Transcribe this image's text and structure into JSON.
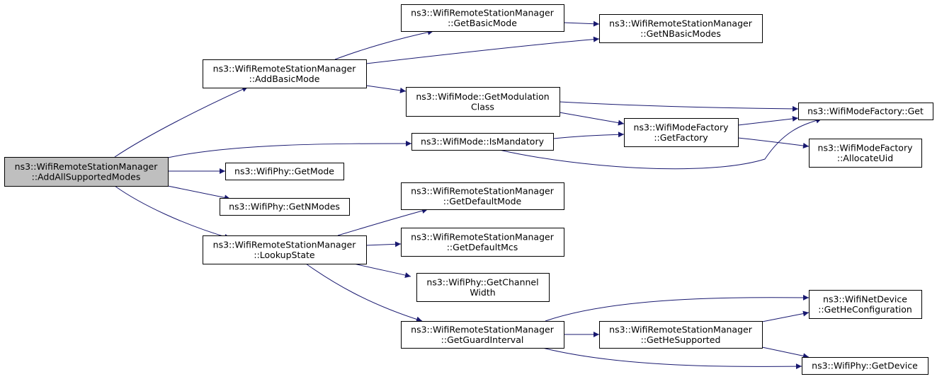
{
  "colors": {
    "edge": "#191970",
    "root_fill": "#bfbfbf",
    "node_fill": "#ffffff",
    "node_border": "#000000"
  },
  "nodes": {
    "root": {
      "lines": [
        "ns3::WifiRemoteStationManager",
        "::AddAllSupportedModes"
      ]
    },
    "addBasicMode": {
      "lines": [
        "ns3::WifiRemoteStationManager",
        "::AddBasicMode"
      ]
    },
    "getBasicMode": {
      "lines": [
        "ns3::WifiRemoteStationManager",
        "::GetBasicMode"
      ]
    },
    "getNBasicModes": {
      "lines": [
        "ns3::WifiRemoteStationManager",
        "::GetNBasicModes"
      ]
    },
    "getModClass": {
      "lines": [
        "ns3::WifiMode::GetModulation",
        "Class"
      ]
    },
    "isMandatory": {
      "lines": [
        "ns3::WifiMode::IsMandatory"
      ]
    },
    "factoryGet": {
      "lines": [
        "ns3::WifiModeFactory::Get"
      ]
    },
    "getFactory": {
      "lines": [
        "ns3::WifiModeFactory",
        "::GetFactory"
      ]
    },
    "allocateUid": {
      "lines": [
        "ns3::WifiModeFactory",
        "::AllocateUid"
      ]
    },
    "phyGetMode": {
      "lines": [
        "ns3::WifiPhy::GetMode"
      ]
    },
    "phyGetNModes": {
      "lines": [
        "ns3::WifiPhy::GetNModes"
      ]
    },
    "lookupState": {
      "lines": [
        "ns3::WifiRemoteStationManager",
        "::LookupState"
      ]
    },
    "getDefaultMode": {
      "lines": [
        "ns3::WifiRemoteStationManager",
        "::GetDefaultMode"
      ]
    },
    "getDefaultMcs": {
      "lines": [
        "ns3::WifiRemoteStationManager",
        "::GetDefaultMcs"
      ]
    },
    "getChannelWidth": {
      "lines": [
        "ns3::WifiPhy::GetChannel",
        "Width"
      ]
    },
    "getGuardInterval": {
      "lines": [
        "ns3::WifiRemoteStationManager",
        "::GetGuardInterval"
      ]
    },
    "getHeSupported": {
      "lines": [
        "ns3::WifiRemoteStationManager",
        "::GetHeSupported"
      ]
    },
    "getHeConfig": {
      "lines": [
        "ns3::WifiNetDevice",
        "::GetHeConfiguration"
      ]
    },
    "phyGetDevice": {
      "lines": [
        "ns3::WifiPhy::GetDevice"
      ]
    }
  },
  "edges": [
    [
      "root",
      "addBasicMode"
    ],
    [
      "root",
      "isMandatory"
    ],
    [
      "root",
      "phyGetMode"
    ],
    [
      "root",
      "phyGetNModes"
    ],
    [
      "root",
      "lookupState"
    ],
    [
      "addBasicMode",
      "getBasicMode"
    ],
    [
      "addBasicMode",
      "getNBasicModes"
    ],
    [
      "addBasicMode",
      "getModClass"
    ],
    [
      "getBasicMode",
      "getNBasicModes"
    ],
    [
      "getModClass",
      "factoryGet"
    ],
    [
      "getModClass",
      "getFactory"
    ],
    [
      "isMandatory",
      "getFactory"
    ],
    [
      "isMandatory",
      "factoryGet"
    ],
    [
      "getFactory",
      "factoryGet"
    ],
    [
      "getFactory",
      "allocateUid"
    ],
    [
      "lookupState",
      "getDefaultMode"
    ],
    [
      "lookupState",
      "getDefaultMcs"
    ],
    [
      "lookupState",
      "getChannelWidth"
    ],
    [
      "lookupState",
      "getGuardInterval"
    ],
    [
      "getGuardInterval",
      "getHeSupported"
    ],
    [
      "getGuardInterval",
      "getHeConfig"
    ],
    [
      "getGuardInterval",
      "phyGetDevice"
    ],
    [
      "getHeSupported",
      "getHeConfig"
    ],
    [
      "getHeSupported",
      "phyGetDevice"
    ]
  ]
}
